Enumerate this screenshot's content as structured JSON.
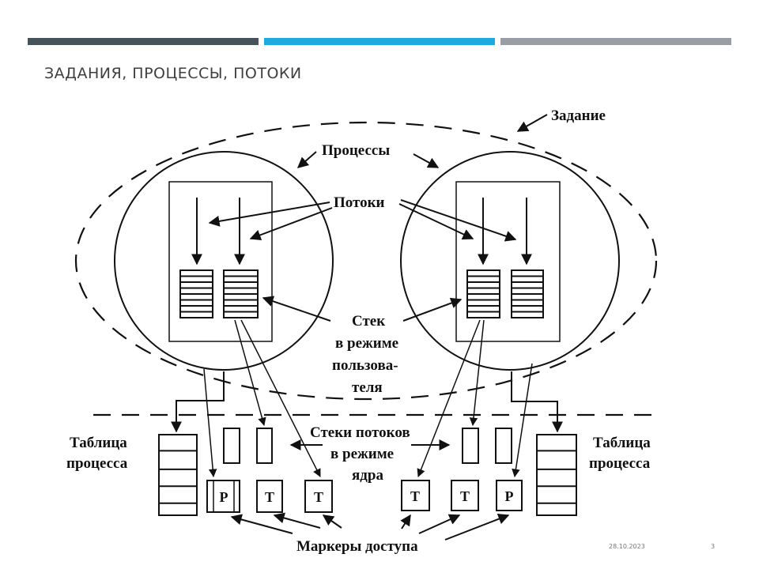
{
  "header": {
    "bar_colors": [
      "#46535a",
      "#1ea9e1",
      "#989ea4"
    ],
    "title": "ЗАДАНИЯ, ПРОЦЕССЫ, ПОТОКИ"
  },
  "diagram": {
    "labels": {
      "job": "Задание",
      "processes": "Процессы",
      "threads": "Потоки",
      "user_stack": [
        "Стек",
        "в режиме",
        "пользова-",
        "теля"
      ],
      "kernel_stacks": [
        "Стеки потоков",
        "в режиме",
        "ядра"
      ],
      "process_table_left": [
        "Таблица",
        "процесса"
      ],
      "process_table_right": [
        "Таблица",
        "процесса"
      ],
      "access_tokens": "Маркеры доступа"
    },
    "left_tokens": [
      "P",
      "T",
      "T"
    ],
    "right_tokens": [
      "T",
      "T",
      "P"
    ]
  },
  "footer": {
    "date": "28.10.2023",
    "page": "3"
  }
}
